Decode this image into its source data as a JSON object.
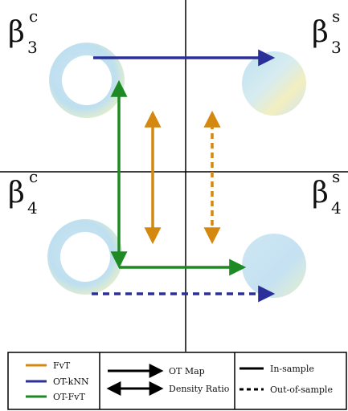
{
  "quadrants": {
    "top_left": {
      "symbol": "β",
      "superscript": "c",
      "subscript": "3"
    },
    "top_right": {
      "symbol": "β",
      "superscript": "s",
      "subscript": "3"
    },
    "bottom_left": {
      "symbol": "β",
      "superscript": "c",
      "subscript": "4"
    },
    "bottom_right": {
      "symbol": "β",
      "superscript": "s",
      "subscript": "4"
    }
  },
  "legend": {
    "methods": [
      {
        "label": "FvT",
        "color": "#d4880f"
      },
      {
        "label": "OT-kNN",
        "color": "#2b2f9a"
      },
      {
        "label": "OT-FvT",
        "color": "#1e8a24"
      }
    ],
    "arrow_types": [
      "OT Map",
      "Density Ratio"
    ],
    "line_styles": [
      "In-sample",
      "Out-of-sample"
    ]
  },
  "colors": {
    "fvt": "#d4880f",
    "ot_knn": "#2b2f9a",
    "ot_fvt": "#1e8a24",
    "axis": "#000000"
  }
}
